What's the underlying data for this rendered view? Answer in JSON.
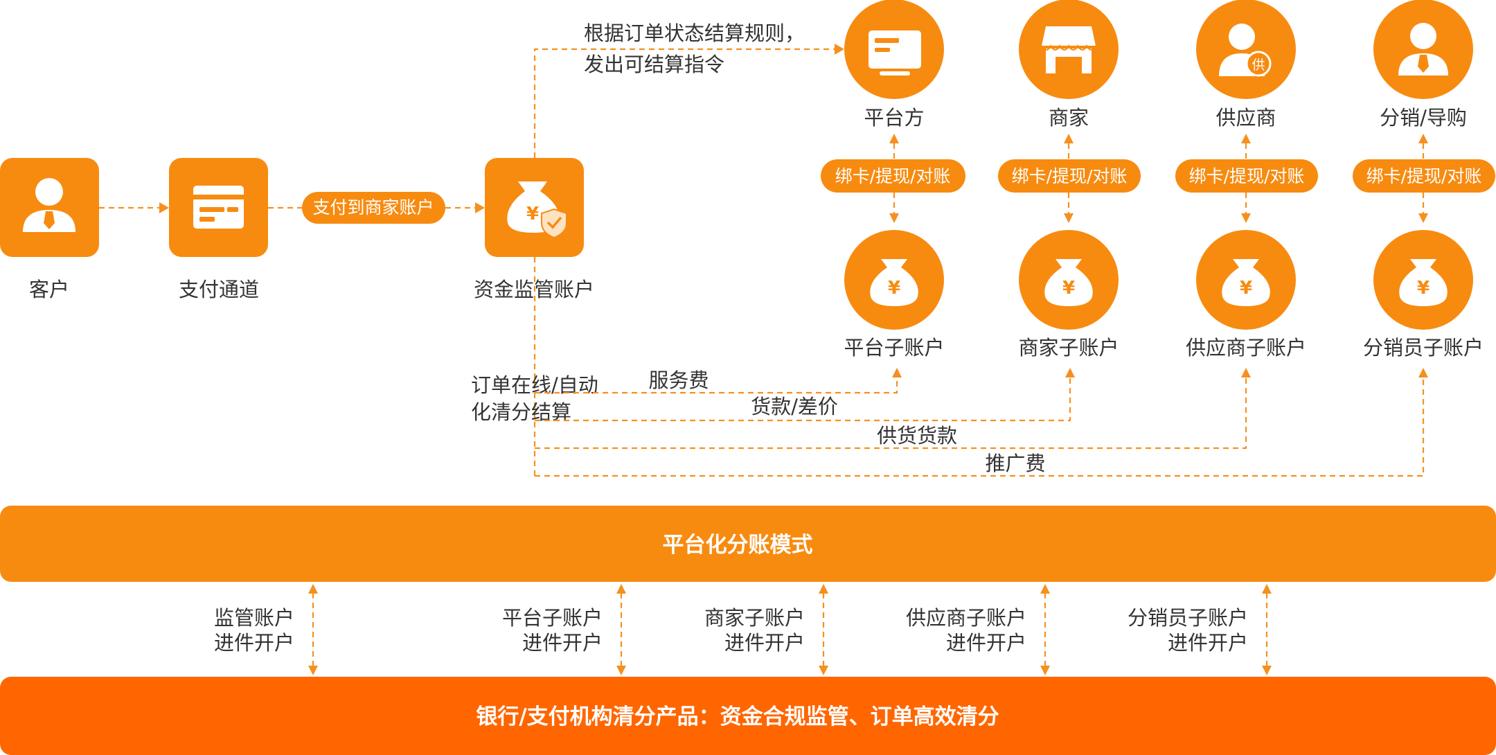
{
  "colors": {
    "primary": "#f78b10",
    "bottom_bar": "#ff6600",
    "line": "#f5901e"
  },
  "flow": {
    "customer": "客户",
    "payment_channel": "支付通道",
    "pay_to_merchant": "支付到商家账户",
    "escrow_account": "资金监管账户"
  },
  "instruction": {
    "line1": "根据订单状态结算规则，",
    "line2": "发出可结算指令"
  },
  "parties": [
    {
      "name": "平台方",
      "icon": "monitor-icon",
      "pill": "绑卡/提现/对账",
      "sub_account": "平台子账户"
    },
    {
      "name": "商家",
      "icon": "shop-icon",
      "pill": "绑卡/提现/对账",
      "sub_account": "商家子账户"
    },
    {
      "name": "供应商",
      "icon": "supplier-icon",
      "pill": "绑卡/提现/对账",
      "sub_account": "供应商子账户"
    },
    {
      "name": "分销/导购",
      "icon": "person-icon",
      "pill": "绑卡/提现/对账",
      "sub_account": "分销员子账户"
    }
  ],
  "settlement": {
    "line1": "订单在线/自动",
    "line2": "化清分结算",
    "flows": [
      "服务费",
      "货款/差价",
      "供货货款",
      "推广费"
    ]
  },
  "platform_bar": "平台化分账模式",
  "onboarding": [
    {
      "line1": "监管账户",
      "line2": "进件开户"
    },
    {
      "line1": "平台子账户",
      "line2": "进件开户"
    },
    {
      "line1": "商家子账户",
      "line2": "进件开户"
    },
    {
      "line1": "供应商子账户",
      "line2": "进件开户"
    },
    {
      "line1": "分销员子账户",
      "line2": "进件开户"
    }
  ],
  "bank_bar": "银行/支付机构清分产品：资金合规监管、订单高效清分"
}
